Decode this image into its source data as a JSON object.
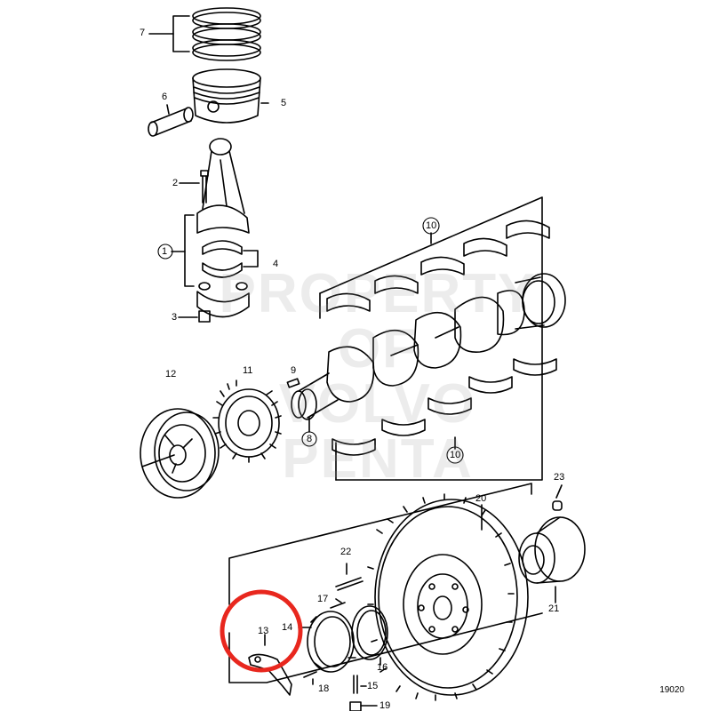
{
  "watermark": [
    "PROPERTY OF",
    "VOLVO PENTA"
  ],
  "figure_number": "19020",
  "callouts": [
    "1",
    "2",
    "3",
    "4",
    "5",
    "6",
    "7",
    "8",
    "9",
    "10",
    "10",
    "11",
    "12",
    "13",
    "14",
    "15",
    "16",
    "17",
    "18",
    "19",
    "20",
    "21",
    "22",
    "23"
  ],
  "highlight_color": "#e8271e"
}
